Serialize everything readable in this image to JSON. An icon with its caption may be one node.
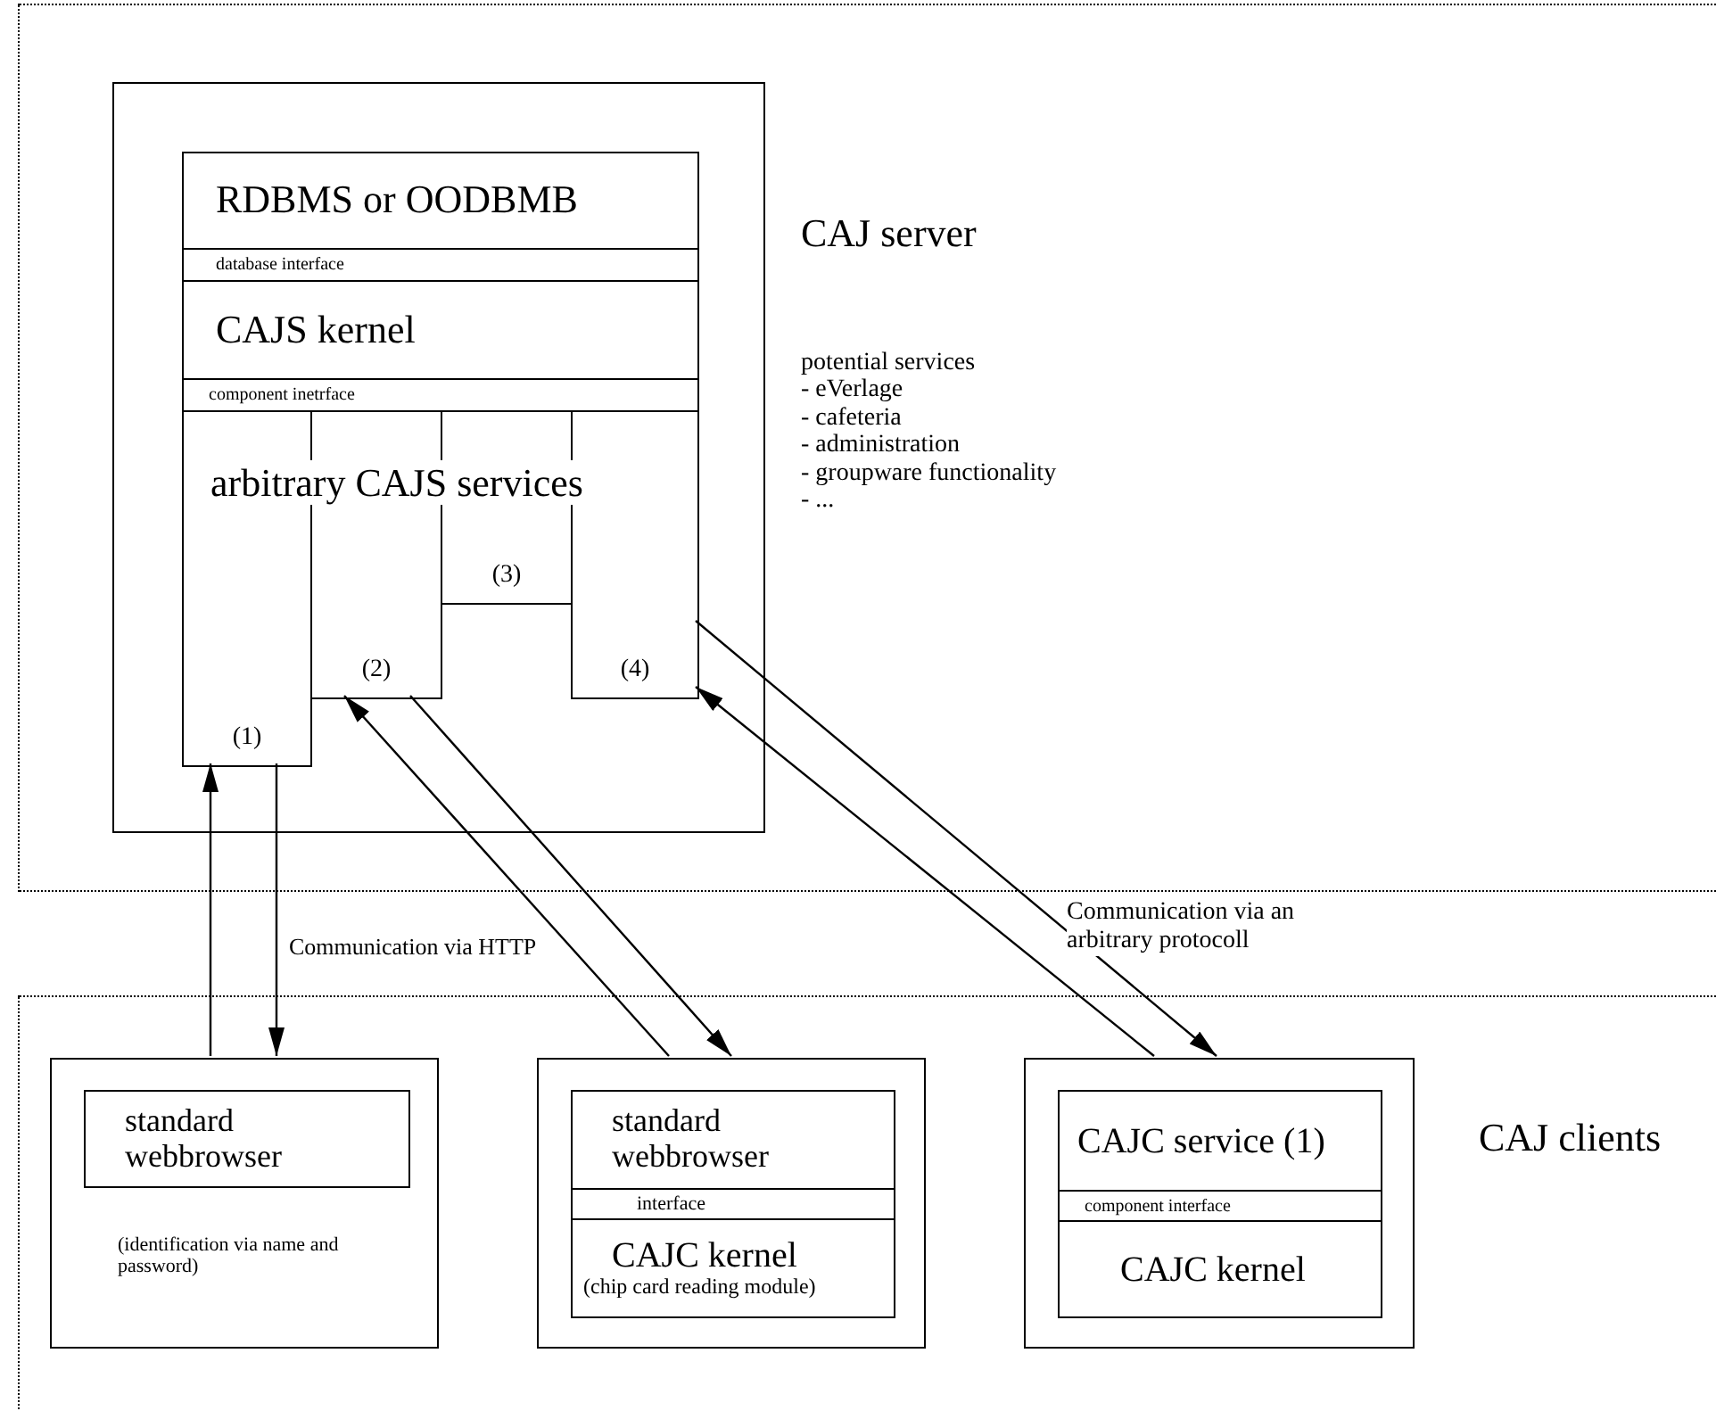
{
  "diagram": {
    "nodes": [
      {
        "text": [
          "CAJ server",
          "potential services - eVerlage - cafeteria - administration - groupware functionality - ..."
        ]
      },
      {
        "text": [],
        "shape": "box",
        "in": 0
      },
      {
        "text": [
          "RDBMS or OODBMB"
        ],
        "in": 1
      },
      {
        "text": [
          "database interface"
        ],
        "in": 1
      },
      {
        "text": [
          "CAJS kernel"
        ],
        "in": 1
      },
      {
        "text": [
          "component inetrface"
        ],
        "in": 1
      },
      {
        "text": [
          "(1)"
        ],
        "in": 1
      },
      {
        "text": [
          "(2)"
        ],
        "in": 1
      },
      {
        "text": [
          "(3)"
        ],
        "in": 1
      },
      {
        "text": [
          "(4)"
        ],
        "in": 1
      },
      {
        "text": [
          "CAJ clients"
        ]
      },
      {
        "text": [
          "(identification via name and password)"
        ],
        "in": 10
      },
      {
        "text": [
          "standard webbrowser"
        ],
        "in": 11
      },
      {
        "text": [],
        "shape": "box",
        "in": 10
      },
      {
        "text": [
          "standard webbrowser"
        ],
        "in": 13
      },
      {
        "text": [
          "interface"
        ],
        "in": 13
      },
      {
        "text": [
          "CAJC kernel",
          "(chip card reading module)"
        ],
        "in": 13
      },
      {
        "text": [],
        "shape": "box",
        "in": 10
      },
      {
        "text": [
          "CAJC service (1)"
        ],
        "in": 17
      },
      {
        "text": [
          "component interface"
        ],
        "in": 17
      },
      {
        "text": [
          "CAJC kernel"
        ],
        "in": 17
      }
    ],
    "edges": [
      {
        "from": 11,
        "to": 6,
        "arrow": "to"
      },
      {
        "from": 6,
        "to": 11,
        "arrow": "to"
      },
      {
        "from": 13,
        "to": 7,
        "arrow": "to"
      },
      {
        "from": 7,
        "to": 13,
        "arrow": "to"
      },
      {
        "from": 17,
        "to": 9,
        "arrow": "to"
      },
      {
        "from": 9,
        "to": 17,
        "arrow": "to"
      }
    ],
    "labels": [
      "arbitrary CAJS services",
      "Communication via HTTP",
      "Communication via an arbitrary protocoll"
    ]
  }
}
